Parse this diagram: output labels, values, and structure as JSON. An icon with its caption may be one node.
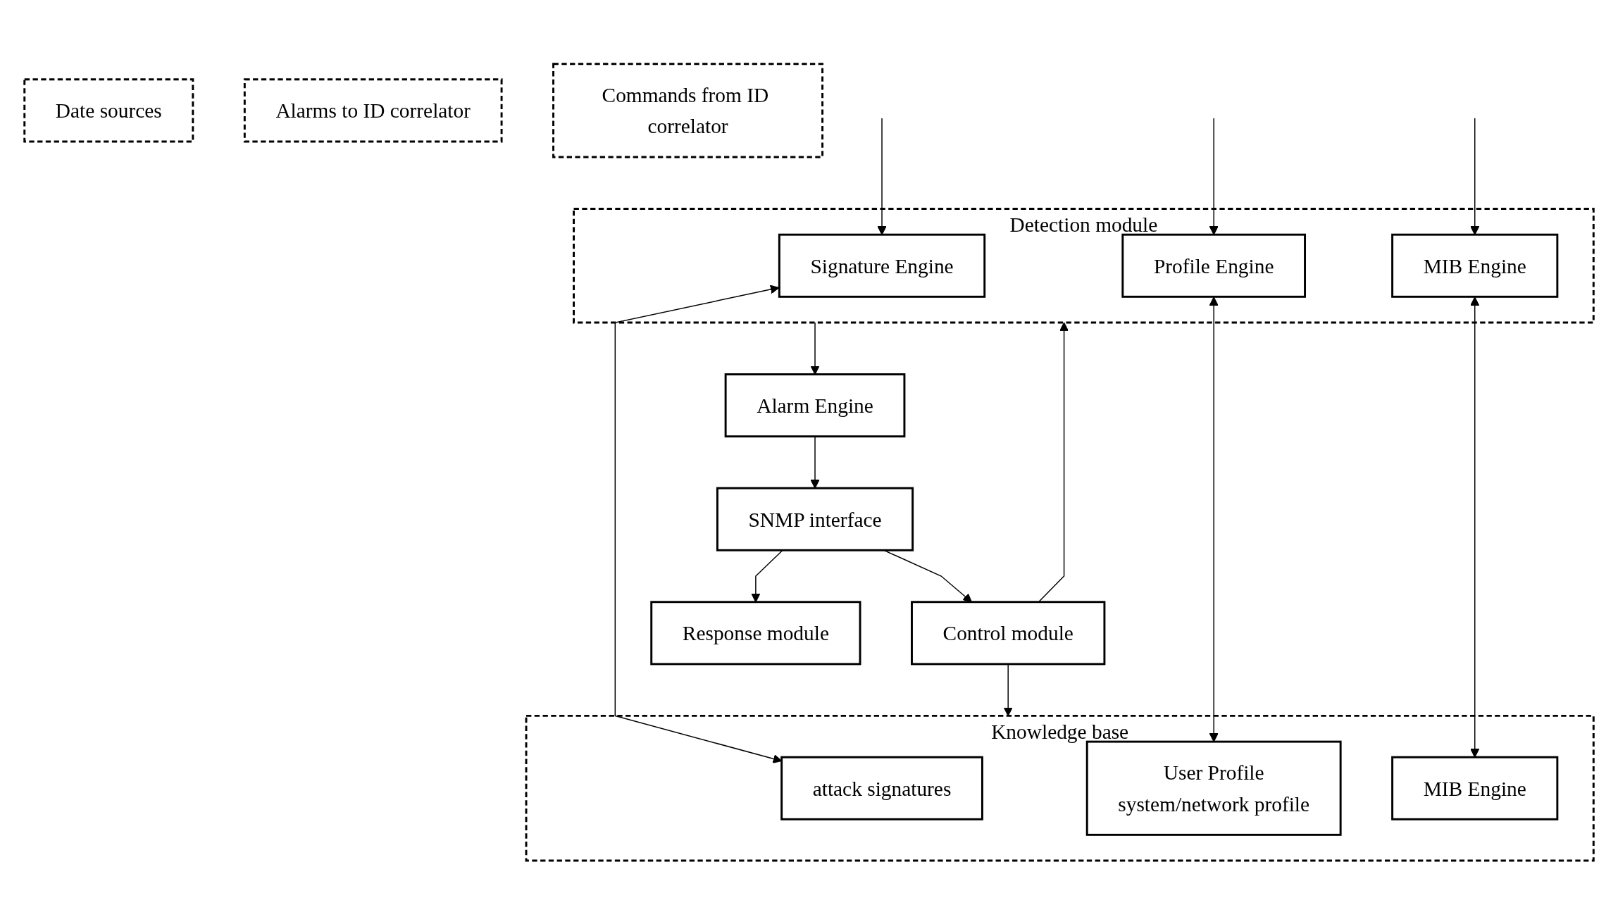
{
  "diagram": {
    "nodes": [
      {
        "text": [
          "Date sources"
        ]
      },
      {
        "text": [
          "Detection module"
        ]
      },
      {
        "text": [
          "Signature Engine"
        ],
        "in": 1
      },
      {
        "text": [
          "Profile Engine"
        ],
        "in": 1
      },
      {
        "text": [
          "MIB Engine"
        ],
        "in": 1
      },
      {
        "text": [
          "Knowledge base"
        ]
      },
      {
        "text": [
          "attack signatures"
        ],
        "in": 5
      },
      {
        "text": [
          "User Profile",
          "system/network profile"
        ],
        "in": 5
      },
      {
        "text": [
          "MIB Engine"
        ],
        "in": 5
      },
      {
        "text": [
          "Alarm Engine"
        ]
      },
      {
        "text": [
          "Response module"
        ]
      },
      {
        "text": [
          "Control module"
        ]
      },
      {
        "text": [
          "SNMP interface"
        ]
      },
      {
        "text": [
          "Alarms to ID correlator"
        ]
      },
      {
        "text": [
          "Commands from ID correlator"
        ]
      }
    ],
    "edges": [
      {
        "from": null,
        "to": 2,
        "arrow": "to"
      },
      {
        "from": null,
        "to": 3,
        "arrow": "to"
      },
      {
        "from": null,
        "to": 4,
        "arrow": "to"
      },
      {
        "from": 2,
        "to": 6,
        "arrow": "both"
      },
      {
        "from": 3,
        "to": 7,
        "arrow": "both"
      },
      {
        "from": 4,
        "to": 8,
        "arrow": "both"
      },
      {
        "from": 1,
        "to": 9,
        "arrow": "to"
      },
      {
        "from": 9,
        "to": 12,
        "arrow": "to"
      },
      {
        "from": 12,
        "to": 10,
        "arrow": "to"
      },
      {
        "from": 12,
        "to": 11,
        "arrow": "to"
      },
      {
        "from": 11,
        "to": 5,
        "arrow": "to"
      },
      {
        "from": 11,
        "to": 1,
        "arrow": "to"
      }
    ]
  }
}
